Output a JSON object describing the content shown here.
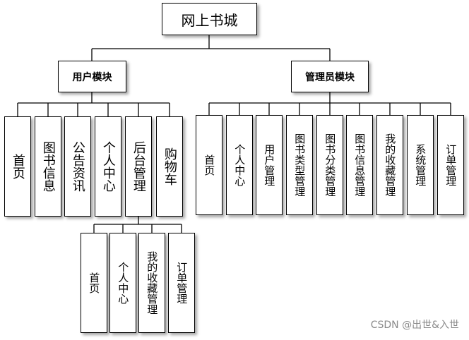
{
  "root": {
    "label": "网上书城"
  },
  "user_module": {
    "label": "用户模块",
    "items": [
      "首页",
      "图书信息",
      "公告资讯",
      "个人中心",
      "后台管理",
      "购物车"
    ],
    "backend_items": [
      "首页",
      "个人中心",
      "我的收藏管理",
      "订单管理"
    ]
  },
  "admin_module": {
    "label": "管理员模块",
    "items": [
      "首页",
      "个人中心",
      "用户管理",
      "图书类型管理",
      "图书分类管理",
      "图书信息管理",
      "我的收藏管理",
      "系统管理",
      "订单管理"
    ]
  },
  "watermark": "CSDN @出世&入世"
}
